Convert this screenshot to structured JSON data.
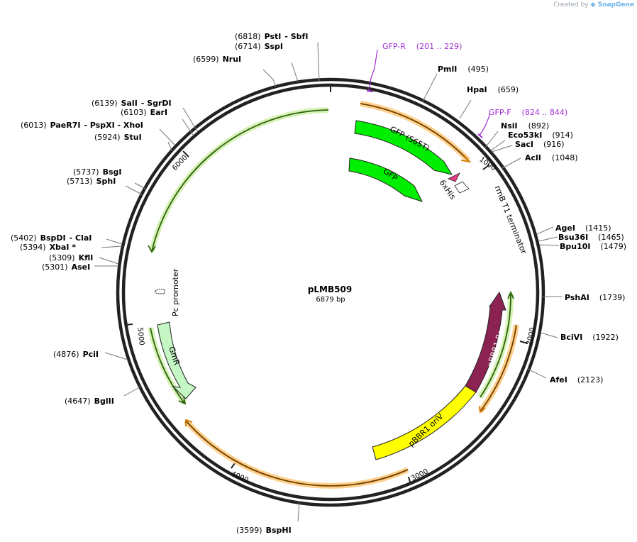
{
  "credit": {
    "prefix": "Created by",
    "brand": "SnapGene"
  },
  "plasmid": {
    "name": "pLMB509",
    "length_label": "6879 bp",
    "length": 6879
  },
  "ticks": [
    "1000",
    "2000",
    "3000",
    "4000",
    "5000",
    "6000"
  ],
  "sites": [
    {
      "pos": "(6818)",
      "name": "PstI",
      "extra": "- SbfI"
    },
    {
      "pos": "(6714)",
      "name": "SspI",
      "extra": ""
    },
    {
      "pos": "(6599)",
      "name": "NruI",
      "extra": ""
    },
    {
      "pos": "(6139)",
      "name": "SalI",
      "extra": "- SgrDI"
    },
    {
      "pos": "(6103)",
      "name": "EarI",
      "extra": ""
    },
    {
      "pos": "(6013)",
      "name": "PaeR7I",
      "extra": "- PspXI - XhoI"
    },
    {
      "pos": "(5924)",
      "name": "StuI",
      "extra": ""
    },
    {
      "pos": "(5737)",
      "name": "BsgI",
      "extra": ""
    },
    {
      "pos": "(5713)",
      "name": "SphI",
      "extra": ""
    },
    {
      "pos": "(5402)",
      "name": "BspDI",
      "extra": "- ClaI"
    },
    {
      "pos": "(5394)",
      "name": "XbaI *",
      "extra": ""
    },
    {
      "pos": "(5309)",
      "name": "KflI",
      "extra": ""
    },
    {
      "pos": "(5301)",
      "name": "AseI",
      "extra": ""
    },
    {
      "pos": "(4876)",
      "name": "PciI",
      "extra": ""
    },
    {
      "pos": "(4647)",
      "name": "BglII",
      "extra": ""
    },
    {
      "pos": "(3599)",
      "name": "BspHI",
      "extra": ""
    },
    {
      "pos": "(495)",
      "name": "PmlI",
      "extra": ""
    },
    {
      "pos": "(659)",
      "name": "HpaI",
      "extra": ""
    },
    {
      "pos": "(892)",
      "name": "NsiI",
      "extra": ""
    },
    {
      "pos": "(914)",
      "name": "Eco53kI",
      "extra": ""
    },
    {
      "pos": "(916)",
      "name": "SacI",
      "extra": ""
    },
    {
      "pos": "(1048)",
      "name": "AclI",
      "extra": ""
    },
    {
      "pos": "(1415)",
      "name": "AgeI",
      "extra": ""
    },
    {
      "pos": "(1465)",
      "name": "Bsu36I",
      "extra": ""
    },
    {
      "pos": "(1479)",
      "name": "Bpu10I",
      "extra": ""
    },
    {
      "pos": "(1739)",
      "name": "PshAI",
      "extra": ""
    },
    {
      "pos": "(1922)",
      "name": "BciVI",
      "extra": ""
    },
    {
      "pos": "(2123)",
      "name": "AfeI",
      "extra": ""
    }
  ],
  "primers": [
    {
      "name": "GFP-R",
      "range": "(201 .. 229)"
    },
    {
      "name": "GFP-F",
      "range": "(824 .. 844)"
    }
  ],
  "features": [
    {
      "label": "GFP (S65T)",
      "color": "#00ee00"
    },
    {
      "label": "GFP",
      "color": "#00ee00"
    },
    {
      "label": "6xHis",
      "color": "#e83d87"
    },
    {
      "label": "rrnB T1 terminator",
      "color": "#ffffff"
    },
    {
      "label": "pBBR1 Rep",
      "color": "#8b2252"
    },
    {
      "label": "pBBR1 oriV",
      "color": "#ffff00"
    },
    {
      "label": "GmR",
      "color": "#c4f7c4"
    },
    {
      "label": "Pc promoter",
      "color": "#ffffff"
    }
  ],
  "colors": {
    "orf_green": "#6bbf1f",
    "orf_orange": "#ff9d00",
    "primer": "#a12ed1",
    "backbone": "#222222"
  }
}
